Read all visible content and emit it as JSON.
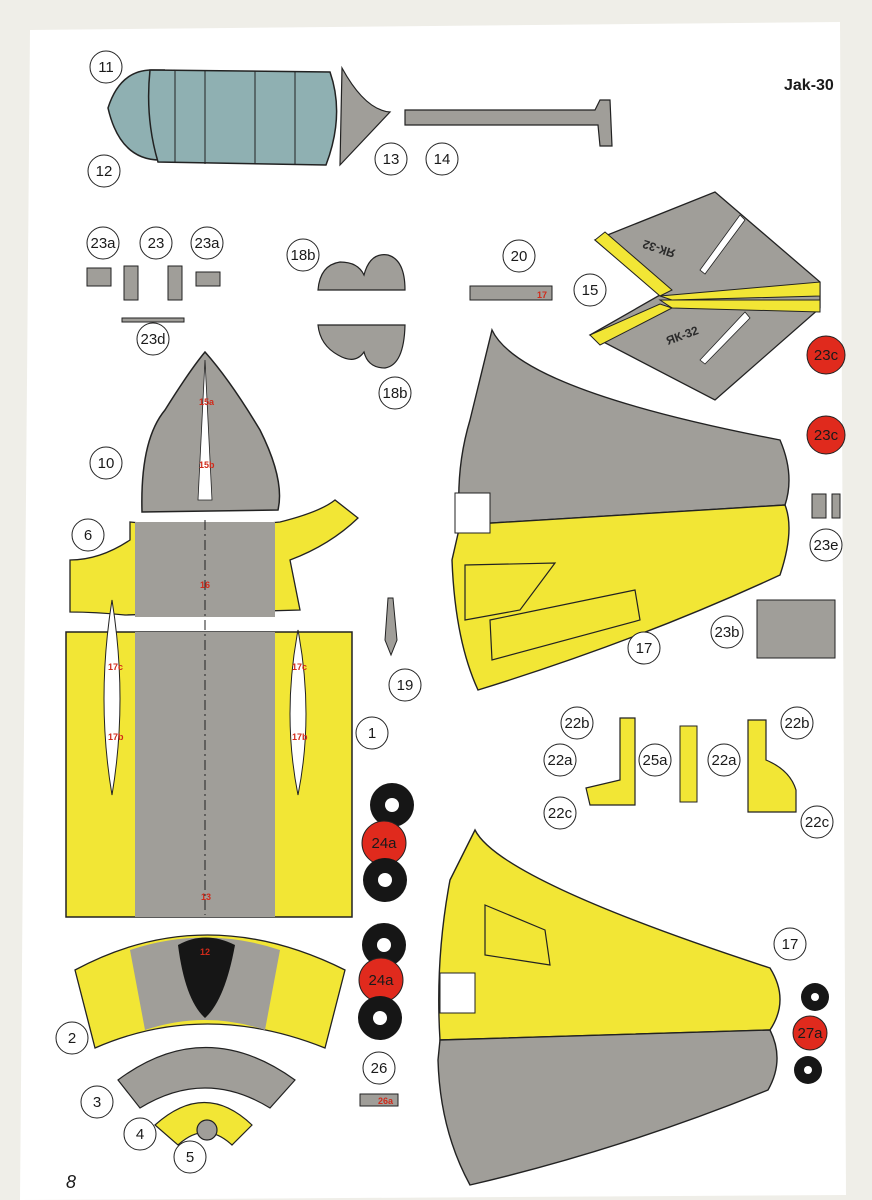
{
  "sheet_title": "Jak-30",
  "page_number": "8",
  "registration": "ЯК-32",
  "colors": {
    "paper": "#ffffff",
    "gray": "#a09e99",
    "yellow": "#f2e635",
    "glass": "#8fb0b2",
    "red": "#e02a1d",
    "black": "#161616",
    "outline": "#222222"
  },
  "labels": {
    "p1": "1",
    "p2": "2",
    "p3": "3",
    "p4": "4",
    "p5": "5",
    "p6": "6",
    "p10": "10",
    "p11": "11",
    "p12": "12",
    "p13": "13",
    "p14": "14",
    "p15": "15",
    "p17a": "17",
    "p17b": "17",
    "p18a": "18b",
    "p18b": "18b",
    "p19": "19",
    "p20": "20",
    "p22b_l": "22b",
    "p22a_l": "22a",
    "p22c_l": "22c",
    "p25a": "25a",
    "p22a_r": "22a",
    "p22b_r": "22b",
    "p22c_r": "22c",
    "p23": "23",
    "p23a_l": "23a",
    "p23a_r": "23a",
    "p23d": "23d",
    "p23b": "23b",
    "p23c_1": "23c",
    "p23c_2": "23c",
    "p23e": "23e",
    "p24a_1": "24a",
    "p24a_2": "24a",
    "p26": "26",
    "p27a": "27a"
  },
  "tabs": {
    "t17": "17",
    "t13": "13",
    "t12": "12",
    "t26a": "26a",
    "t15a": "15a",
    "t15b": "15b",
    "t17c": "17c",
    "t17b": "17b",
    "t16": "16"
  }
}
